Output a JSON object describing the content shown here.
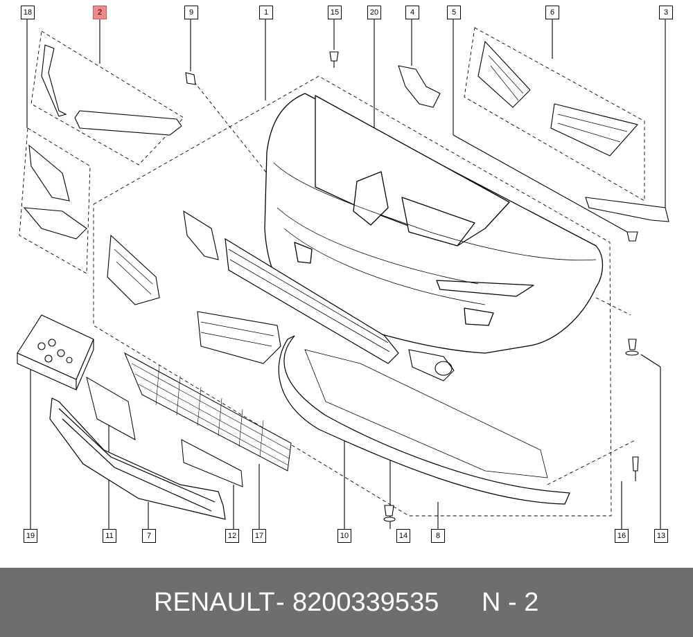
{
  "callouts": {
    "c1": "1",
    "c2": "2",
    "c3": "3",
    "c4": "4",
    "c5": "5",
    "c6": "6",
    "c7": "7",
    "c8": "8",
    "c9": "9",
    "c10": "10",
    "c11": "11",
    "c12": "12",
    "c13": "13",
    "c14": "14",
    "c15": "15",
    "c16": "16",
    "c17": "17",
    "c18": "18",
    "c19": "19",
    "c20": "20"
  },
  "highlight": {
    "callout": "2",
    "color": "#f08a8a"
  },
  "footer": {
    "brand": "RENAULT",
    "sep": "-",
    "part_number": "8200339535",
    "position": "N - 2",
    "background": "#6e6e6e"
  }
}
